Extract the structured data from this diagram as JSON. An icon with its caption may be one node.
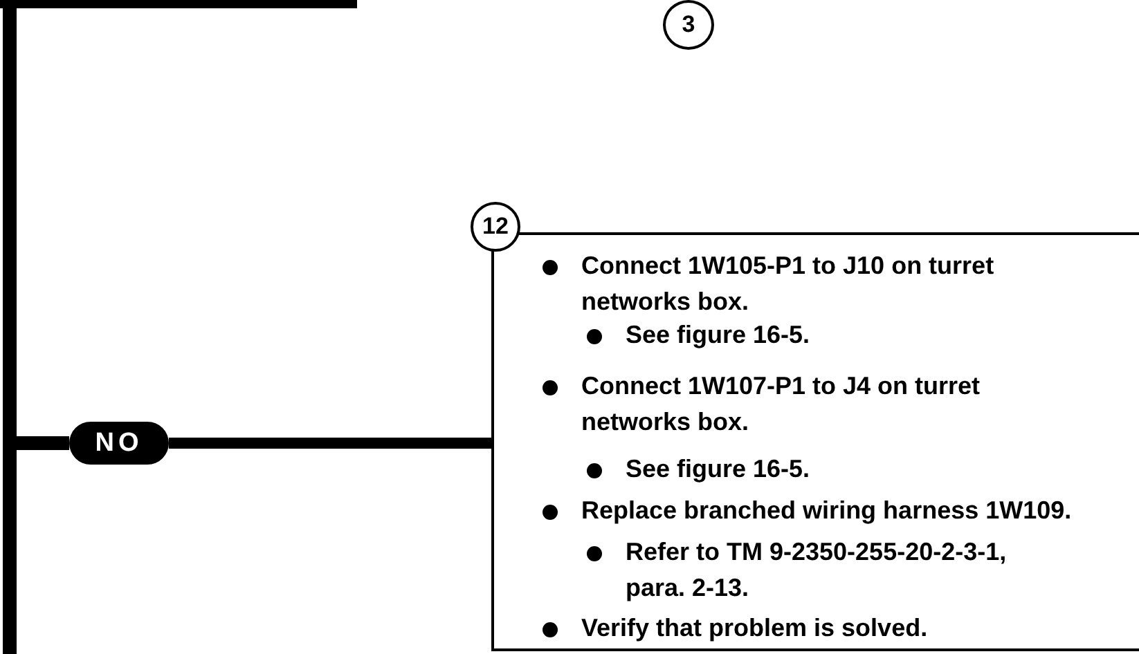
{
  "diagram": {
    "nodes": [
      {
        "text": [
          "3"
        ]
      },
      {
        "text": [
          "NO"
        ]
      },
      {
        "text": [
          "12",
          "Connect 1W105-P1 to J10 on turret networks box.",
          "See figure 16-5.",
          "Connect 1W107-P1 to J4 on turret networks box.",
          "See figure 16-5.",
          "Replace branched wiring harness 1W109.",
          "Refer to TM 9-2350-255-20-2-3-1, para. 2-13.",
          "Verify that problem is solved."
        ]
      }
    ],
    "edges": [
      {
        "from": null,
        "to": 1,
        "arrow": "none"
      },
      {
        "from": 1,
        "to": 2,
        "arrow": "none"
      }
    ]
  }
}
